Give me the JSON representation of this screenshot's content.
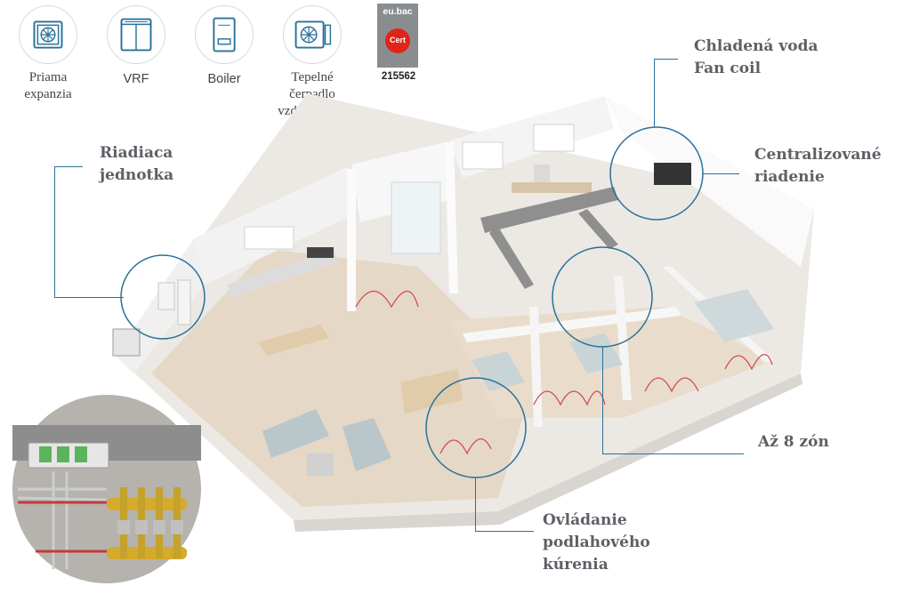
{
  "systems": [
    {
      "icon": "ac-unit-icon",
      "label_lines": [
        "Priama",
        "expanzia"
      ]
    },
    {
      "icon": "vrf-unit-icon",
      "label_lines": [
        "VRF"
      ]
    },
    {
      "icon": "boiler-icon",
      "label_lines": [
        "Boiler"
      ]
    },
    {
      "icon": "heat-pump-icon",
      "label_lines": [
        "Tepelné",
        "čerpadlo",
        "vzduch-voda"
      ]
    }
  ],
  "certification": {
    "top_text": "eu.bac",
    "badge_text": "Cert",
    "number": "215562",
    "colors": {
      "box": "#8a8d8f",
      "badge": "#e2231a"
    }
  },
  "callouts": {
    "control_unit": [
      "Riadiaca",
      "jednotka"
    ],
    "fan_coil": [
      "Chladená voda",
      "Fan coil"
    ],
    "centralized": [
      "Centralizované",
      "riadenie"
    ],
    "zones": [
      "Až 8 zón"
    ],
    "floor_heating": [
      "Ovládanie",
      "podlahového",
      "kúrenia"
    ]
  },
  "colors": {
    "line": "#2a7199",
    "callout_text": "#5d6166"
  }
}
